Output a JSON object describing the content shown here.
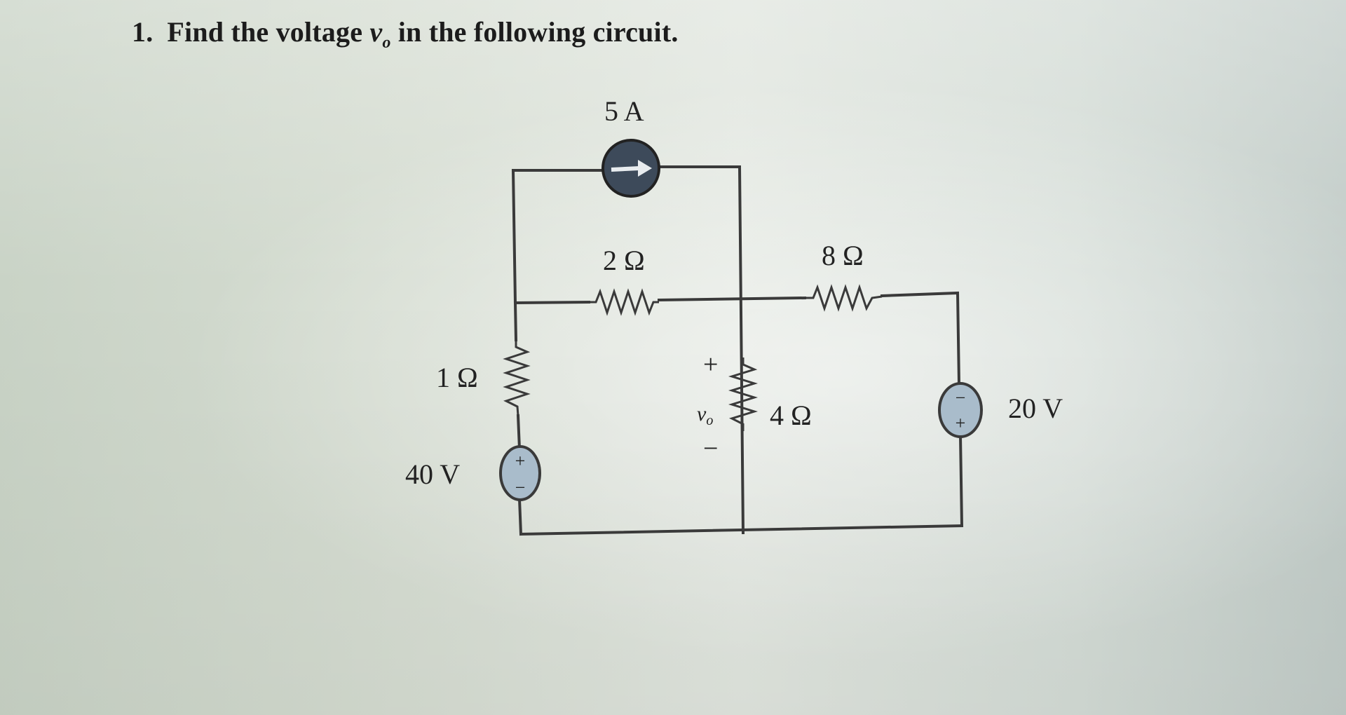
{
  "problem": {
    "number": "1.",
    "text_before": "Find the voltage ",
    "variable": "v",
    "variable_sub": "o",
    "text_after": " in the following circuit."
  },
  "circuit": {
    "current_source": {
      "label": "5 A"
    },
    "resistors": {
      "r_2": "2 Ω",
      "r_8": "8 Ω",
      "r_1": "1 Ω",
      "r_4": "4 Ω"
    },
    "sources": {
      "v_40": "40 V",
      "v_20": "20 V"
    },
    "vo_marker": {
      "plus": "+",
      "minus": "−",
      "label": "v",
      "label_sub": "o"
    },
    "source_signs": {
      "plus": "+",
      "minus": "−"
    },
    "colors": {
      "wire": "#3a3a3a",
      "source_fill": "#a9bccb",
      "current_source_fill": "#3d4a5a"
    }
  }
}
